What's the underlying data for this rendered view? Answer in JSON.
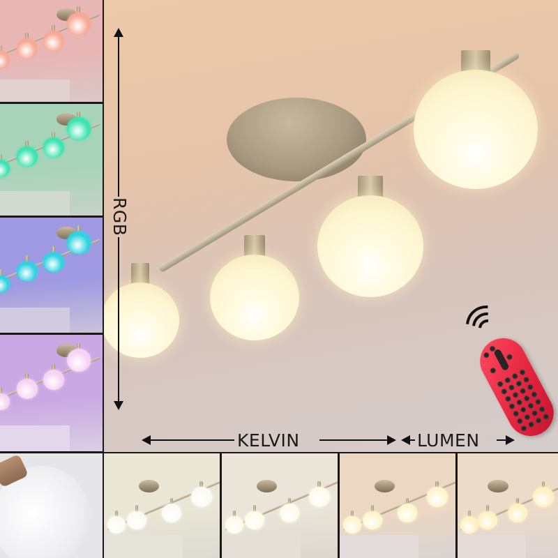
{
  "product": {
    "type": "4-light ceiling spotlight bar with globe shades",
    "finish": "brushed nickel",
    "shade": "white opal glass globes"
  },
  "labels": {
    "vertical_axis": "RGB",
    "horizontal_axis_left": "KELVIN",
    "horizontal_axis_right": "LUMEN"
  },
  "icons": {
    "remote": "remote-control-icon",
    "signal": "wireless-signal-icon"
  },
  "rgb_panels": [
    {
      "name": "red",
      "glow": "#f6a994",
      "ceiling": "#e9b6b6",
      "wall": "#d8c9c8"
    },
    {
      "name": "green",
      "glow": "#3fe3b2",
      "ceiling": "#a7d4b9",
      "wall": "#c8d2c8"
    },
    {
      "name": "cyan-blue",
      "glow": "#2fd3e0",
      "ceiling": "#9f99e2",
      "wall": "#c9c3d9"
    },
    {
      "name": "pink",
      "glow": "#f6d3f3",
      "ceiling": "#c9a8e3",
      "wall": "#d9cfe2"
    }
  ],
  "detail_panel": {
    "name": "shade-closeup",
    "glow": "#f5f5f7",
    "bg": "#e6e6ea"
  },
  "kelvin_panels": [
    {
      "name": "cool-white",
      "glow": "#fbfbf4",
      "ceiling": "#e9e6d5",
      "wall": "#dcdad2"
    },
    {
      "name": "neutral-white",
      "glow": "#fffbe9",
      "ceiling": "#ebe4d8",
      "wall": "#dcd6cf"
    },
    {
      "name": "warm-white",
      "glow": "#fff6cf",
      "ceiling": "#ecd7c2",
      "wall": "#d9d3d2"
    },
    {
      "name": "warm-dim",
      "glow": "#fff1c2",
      "ceiling": "#ebdbc8",
      "wall": "#dcd4d2"
    }
  ],
  "main_panel": {
    "glow": "#fff6d2",
    "ceiling": "#ecc9a8"
  }
}
